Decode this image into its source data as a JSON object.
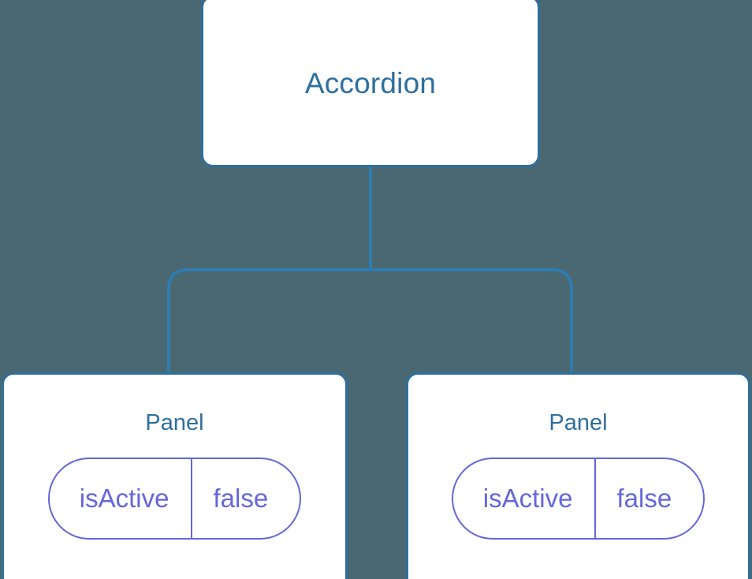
{
  "diagram": {
    "type": "component-tree",
    "background_color": "#4a6872",
    "node_border_color": "#2e6f9e",
    "node_title_color": "#2e6f9e",
    "node_fill_color": "#ffffff",
    "prop_color": "#6467da",
    "edge_color": "#2e7cb0"
  },
  "root": {
    "title": "Accordion"
  },
  "children": [
    {
      "title": "Panel",
      "props": [
        {
          "key": "isActive",
          "value": "false"
        }
      ]
    },
    {
      "title": "Panel",
      "props": [
        {
          "key": "isActive",
          "value": "false"
        }
      ]
    }
  ]
}
